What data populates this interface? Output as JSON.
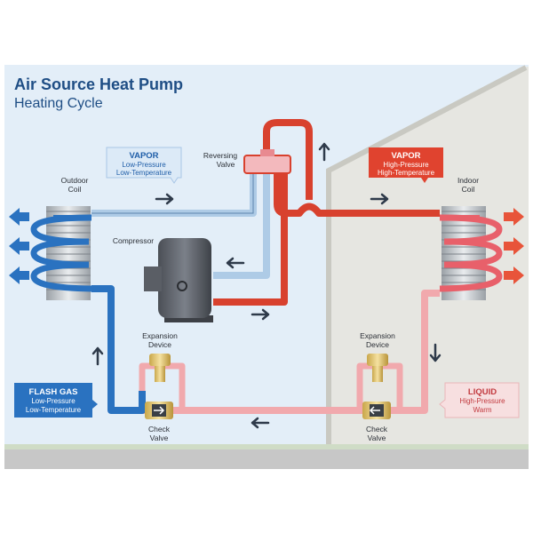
{
  "title": {
    "line1": "Air Source Heat Pump",
    "line2": "Heating Cycle"
  },
  "labels": {
    "reversing_valve": [
      "Reversing",
      "Valve"
    ],
    "outdoor_coil": [
      "Outdoor",
      "Coil"
    ],
    "indoor_coil": [
      "Indoor",
      "Coil"
    ],
    "compressor": "Compressor",
    "expansion_left": [
      "Expansion",
      "Device"
    ],
    "expansion_right": [
      "Expansion",
      "Device"
    ],
    "check_left": [
      "Check",
      "Valve"
    ],
    "check_right": [
      "Check",
      "Valve"
    ]
  },
  "callouts": {
    "vapor_low": {
      "title": "VAPOR",
      "line1": "Low-Pressure",
      "line2": "Low-Temperature"
    },
    "vapor_high": {
      "title": "VAPOR",
      "line1": "High-Pressure",
      "line2": "High-Temperature"
    },
    "flash_gas": {
      "title": "FLASH GAS",
      "line1": "Low-Pressure",
      "line2": "Low-Temperature"
    },
    "liquid": {
      "title": "LIQUID",
      "line1": "High-Pressure",
      "line2": "Warm"
    }
  },
  "colors": {
    "sky": "#e3eef8",
    "house": "#e6e6e1",
    "house_edge": "#c9c9c2",
    "ground": "#c7c7c7",
    "grass": "#cfdcc6",
    "title": "#1f4e85",
    "cold_blue": "#2a72c0",
    "light_blue": "#aecbe6",
    "hot_red": "#d8412e",
    "pink": "#f1a9ad",
    "arrow_dark": "#2e3a4a",
    "callout_blue_bg": "#dceaf7",
    "callout_blue_text": "#1f5ea8",
    "callout_red_bg": "#e0432f",
    "callout_pink_bg": "#f7dfe0",
    "callout_pink_text": "#c23a3f",
    "flash_bg": "#2a72c0"
  },
  "icons": {
    "flow_arrow": "right-arrow-icon",
    "heat_arrow": "heat-arrow-icon",
    "cold_arrow": "cold-arrow-icon"
  }
}
